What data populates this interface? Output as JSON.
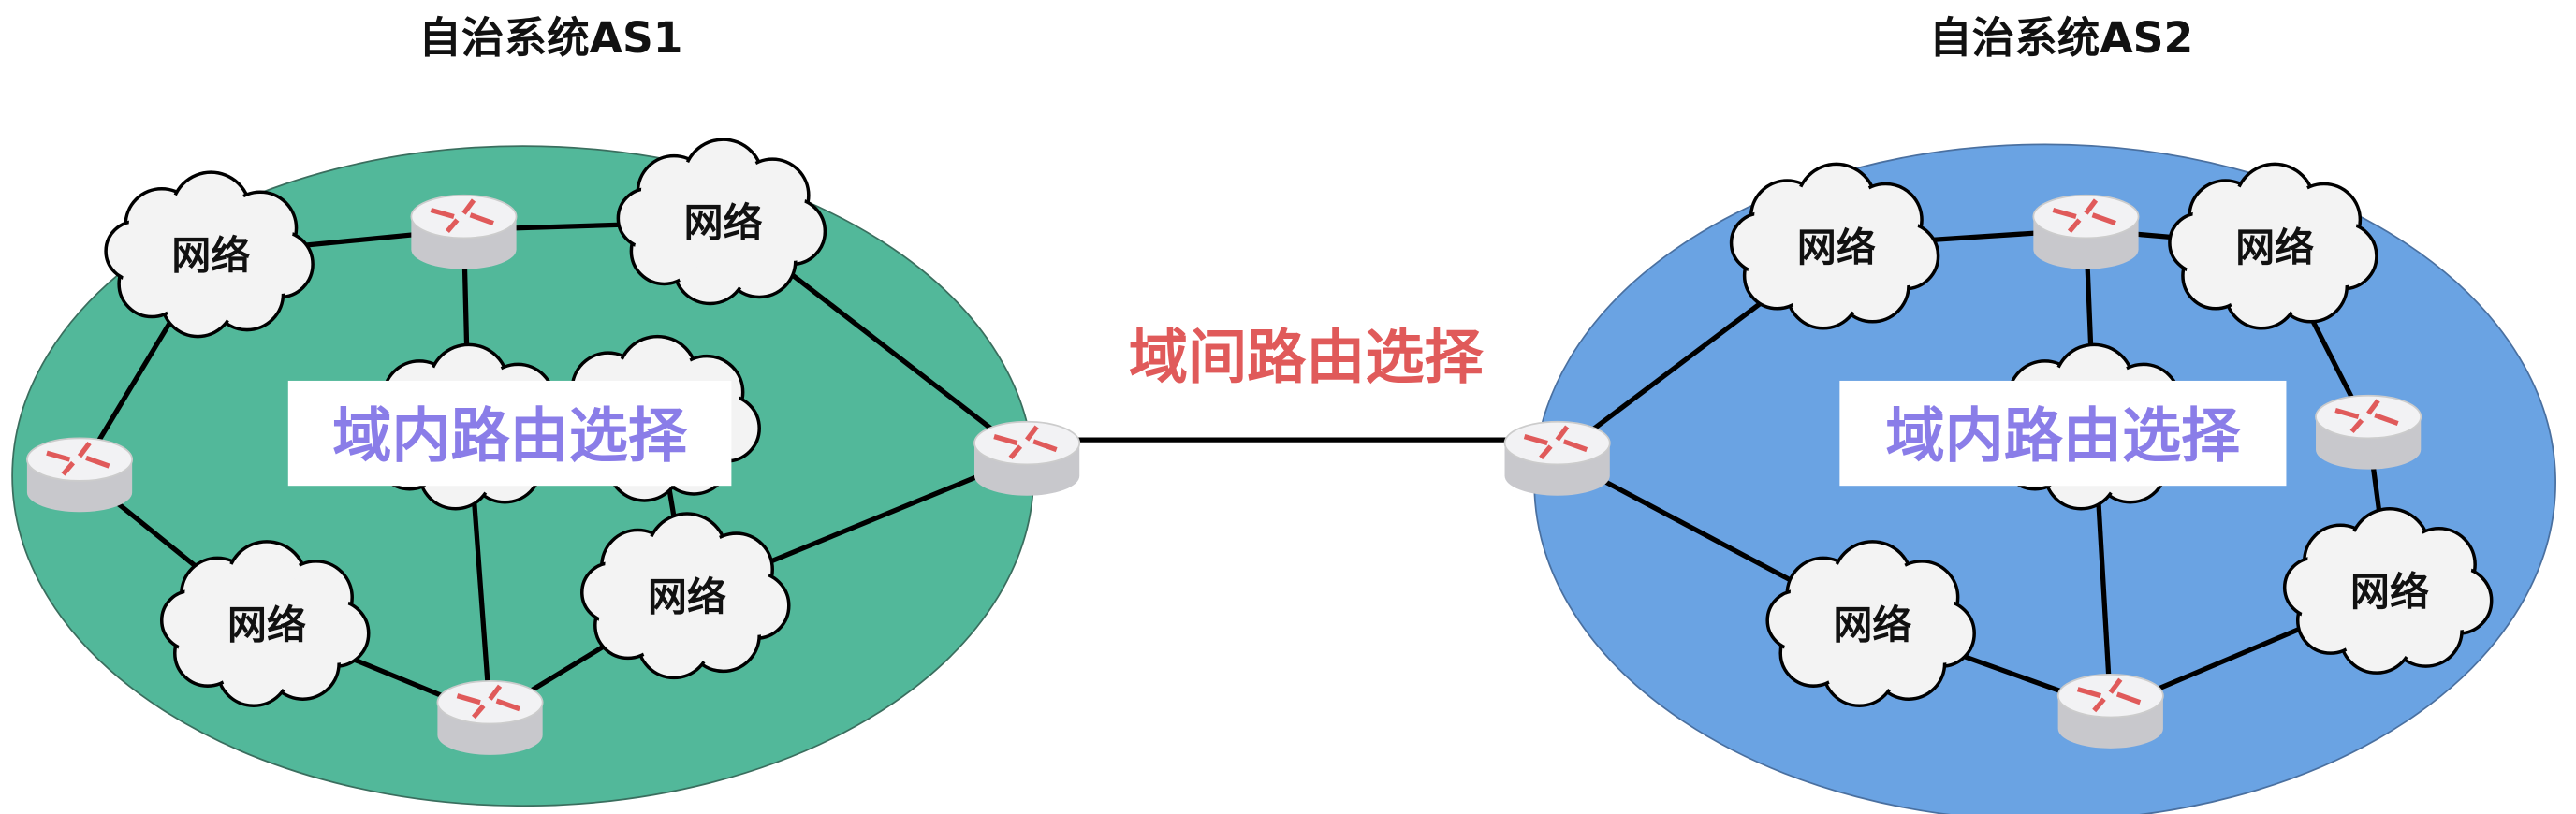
{
  "as1": {
    "title": "自治系统AS1",
    "intra_label": "域内路由选择",
    "color": "#52b89a",
    "network_label": "网络"
  },
  "as2": {
    "title": "自治系统AS2",
    "intra_label": "域内路由选择",
    "color": "#6aa3e3",
    "network_label": "网络"
  },
  "inter_label": "域间路由选择",
  "colors": {
    "inter": "#e05a5a",
    "intra": "#8a7de8",
    "arrow": "#e05a5a"
  }
}
